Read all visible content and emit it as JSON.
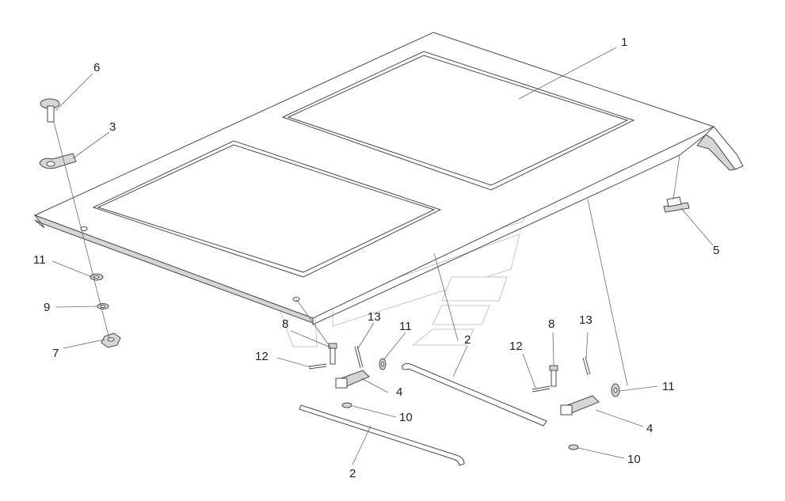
{
  "colors": {
    "line": "#4a4a4a",
    "text": "#222222",
    "watermark": "#c4c4c4"
  },
  "callouts": {
    "c1": "1",
    "c2a": "2",
    "c2b": "2",
    "c3": "3",
    "c4a": "4",
    "c4b": "4",
    "c5": "5",
    "c6": "6",
    "c7": "7",
    "c8a": "8",
    "c8b": "8",
    "c9": "9",
    "c10a": "10",
    "c10b": "10",
    "c11a": "11",
    "c11b": "11",
    "c11c": "11",
    "c12a": "12",
    "c12b": "12",
    "c13a": "13",
    "c13b": "13"
  }
}
